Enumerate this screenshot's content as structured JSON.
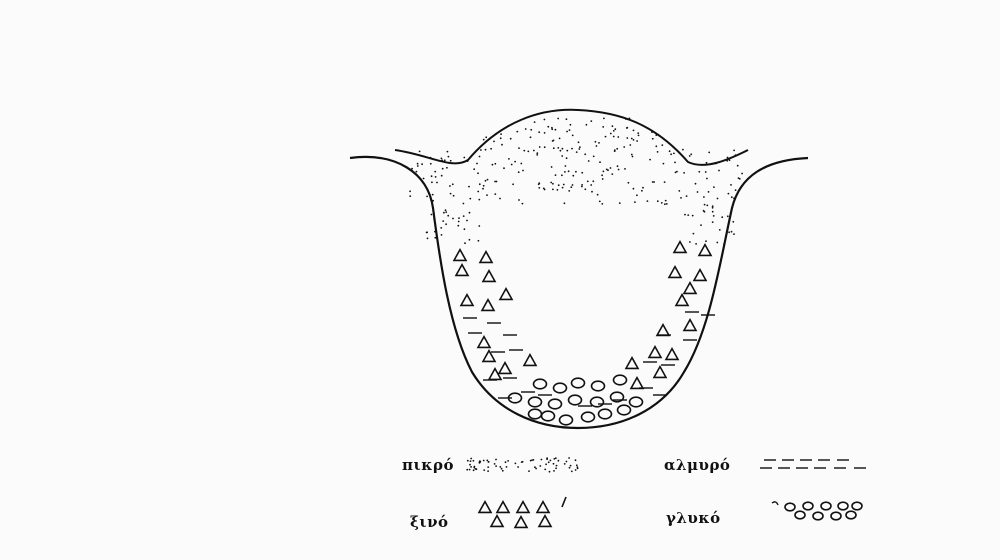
{
  "legend": {
    "bitter": "πικρό",
    "salty": "αλμυρό",
    "sour": "ξινό",
    "sweet": "γλυκό"
  },
  "colors": {
    "ink": "#111111",
    "paper": "#fbfbfb"
  },
  "icons": {
    "bitter": "dot-stipple",
    "salty": "dash-marks",
    "sour": "triangle-marks",
    "sweet": "circle-marks"
  }
}
